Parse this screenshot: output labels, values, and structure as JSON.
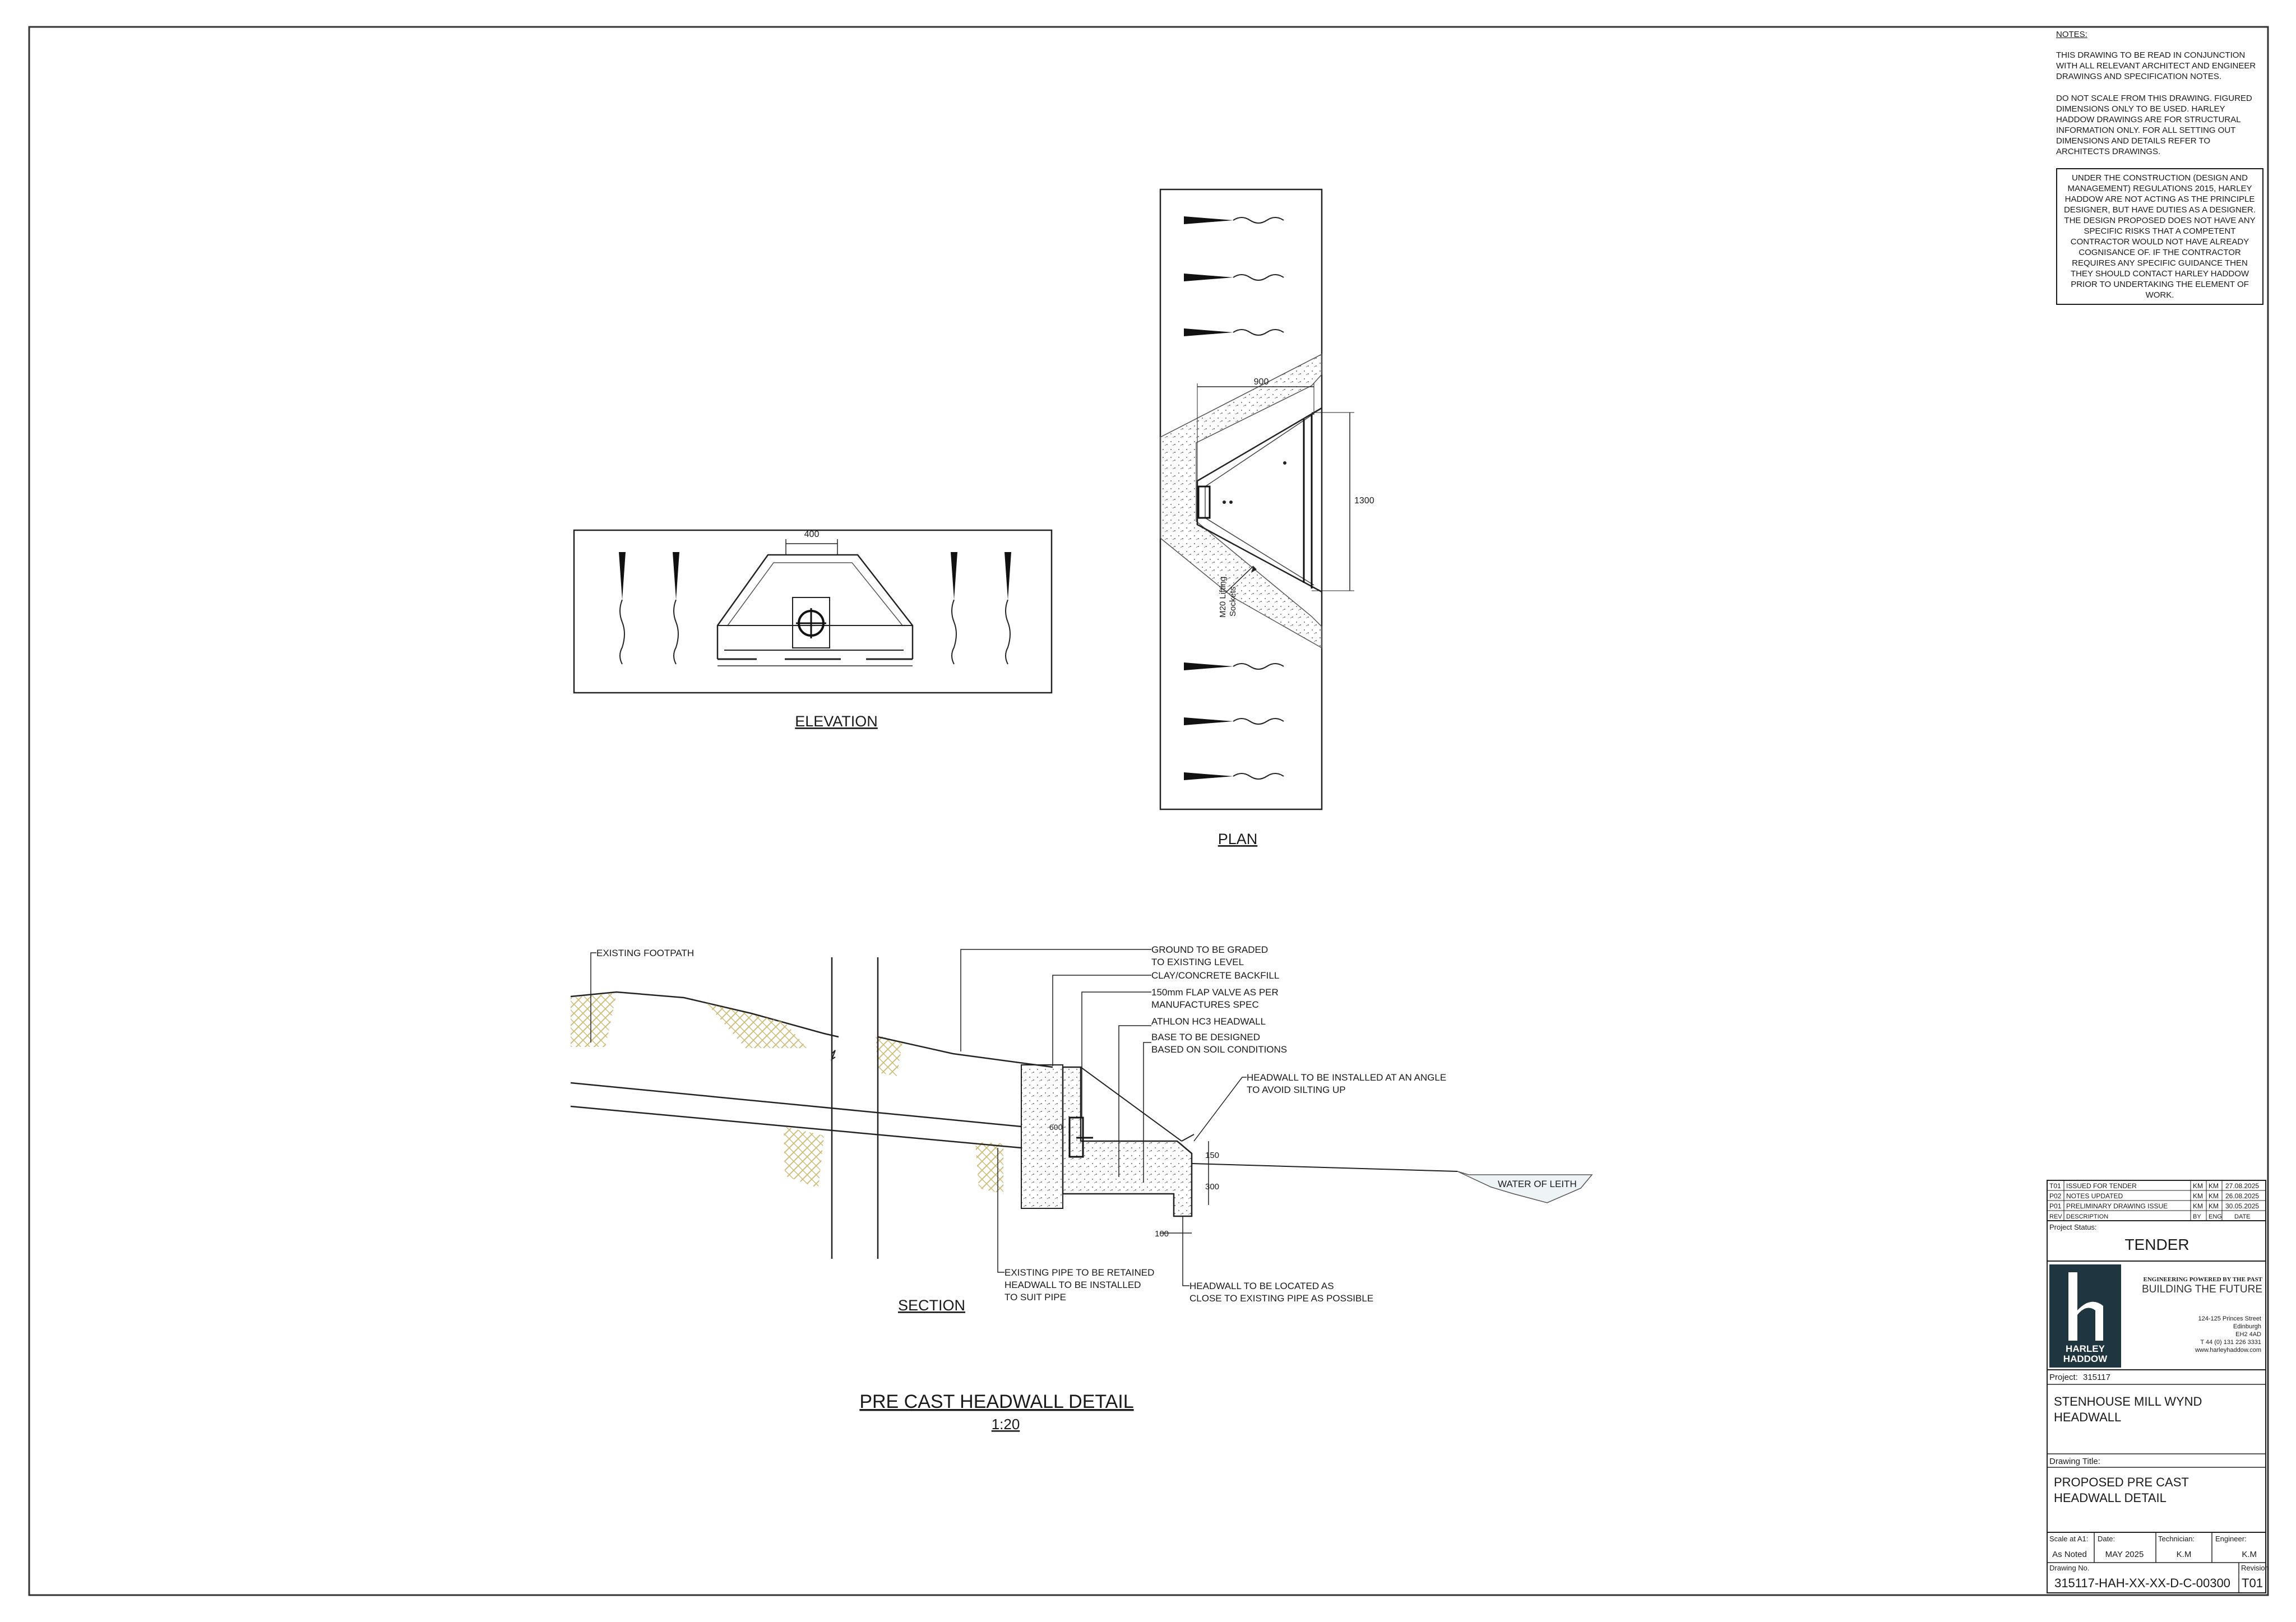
{
  "notes": {
    "heading": "NOTES:",
    "para1": "THIS DRAWING TO BE READ IN CONJUNCTION WITH ALL RELEVANT ARCHITECT AND ENGINEER DRAWINGS AND SPECIFICATION NOTES.",
    "para2": "DO NOT SCALE FROM THIS DRAWING. FIGURED DIMENSIONS ONLY TO BE USED. HARLEY HADDOW DRAWINGS ARE FOR STRUCTURAL INFORMATION ONLY. FOR ALL SETTING OUT DIMENSIONS AND DETAILS REFER TO ARCHITECTS DRAWINGS.",
    "cdm": "UNDER THE CONSTRUCTION (DESIGN AND MANAGEMENT) REGULATIONS 2015, HARLEY HADDOW ARE NOT ACTING AS THE PRINCIPLE DESIGNER, BUT HAVE DUTIES AS A DESIGNER. THE DESIGN PROPOSED DOES NOT HAVE ANY SPECIFIC RISKS THAT A COMPETENT CONTRACTOR WOULD NOT HAVE ALREADY COGNISANCE OF. IF THE CONTRACTOR REQUIRES ANY SPECIFIC GUIDANCE THEN THEY SHOULD CONTACT HARLEY HADDOW PRIOR TO UNDERTAKING THE ELEMENT OF WORK."
  },
  "elevation": {
    "title": "ELEVATION",
    "dim_400": "400"
  },
  "plan": {
    "title": "PLAN",
    "dim_900": "900",
    "dim_1300": "1300",
    "lifting": "M20 Lifting",
    "sockets": "Sockets"
  },
  "section": {
    "title": "SECTION",
    "existing_footpath": "EXISTING FOOTPATH",
    "ground_graded_1": "GROUND TO BE GRADED",
    "ground_graded_2": "TO EXISTING LEVEL",
    "backfill": "CLAY/CONCRETE BACKFILL",
    "flap_valve_1": "150mm FLAP VALVE AS PER",
    "flap_valve_2": "MANUFACTURES SPEC",
    "headwall_type": "ATHLON HC3 HEADWALL",
    "base_1": "BASE TO BE DESIGNED",
    "base_2": "BASED ON SOIL CONDITIONS",
    "angle_1": "HEADWALL TO BE INSTALLED AT AN ANGLE",
    "angle_2": "TO AVOID SILTING UP",
    "water": "WATER OF LEITH",
    "dim_150": "150",
    "dim_300": "300",
    "dim_100": "100",
    "dim_600": "600",
    "pipe_1": "EXISTING PIPE TO BE RETAINED",
    "pipe_2": "HEADWALL TO BE INSTALLED",
    "pipe_3": "TO SUIT PIPE",
    "locate_1": "HEADWALL TO BE LOCATED AS",
    "locate_2": "CLOSE TO EXISTING PIPE AS POSSIBLE"
  },
  "detail": {
    "title": "PRE CAST HEADWALL DETAIL",
    "scale": "1:20"
  },
  "title_block": {
    "revisions": [
      {
        "rev": "T01",
        "desc": "ISSUED FOR TENDER",
        "by": "KM",
        "eng": "KM",
        "date": "27.08.2025"
      },
      {
        "rev": "P02",
        "desc": "NOTES UPDATED",
        "by": "KM",
        "eng": "KM",
        "date": "26.08.2025"
      },
      {
        "rev": "P01",
        "desc": "PRELIMINARY DRAWING ISSUE",
        "by": "KM",
        "eng": "KM",
        "date": "30.05.2025"
      }
    ],
    "rev_headers": {
      "rev": "REV",
      "desc": "DESCRIPTION",
      "by": "BY",
      "eng": "ENG",
      "date": "DATE"
    },
    "status_label": "Project Status:",
    "status": "TENDER",
    "tagline_1": "ENGINEERING POWERED BY THE PAST",
    "tagline_2": "BUILDING THE FUTURE",
    "logo_name_1": "HARLEY",
    "logo_name_2": "HADDOW",
    "address": [
      "124-125 Princes Street",
      "Edinburgh",
      "EH2 4AD",
      "T 44 (0) 131 226 3331",
      "www.harleyhaddow.com"
    ],
    "project_label": "Project:",
    "project_no": "315117",
    "project_name_1": "STENHOUSE MILL WYND",
    "project_name_2": "HEADWALL",
    "drawing_title_label": "Drawing Title:",
    "drawing_title_1": "PROPOSED PRE CAST",
    "drawing_title_2": "HEADWALL DETAIL",
    "scale_label": "Scale at A1:",
    "scale": "As Noted",
    "date_label": "Date:",
    "date": "MAY 2025",
    "technician_label": "Technician:",
    "technician": "K.M",
    "engineer_label": "Engineer:",
    "engineer": "K.M",
    "drawing_no_label": "Drawing No.",
    "drawing_no": "315117-HAH-XX-XX-D-C-00300",
    "revision_label": "Revision",
    "revision": "T01"
  }
}
